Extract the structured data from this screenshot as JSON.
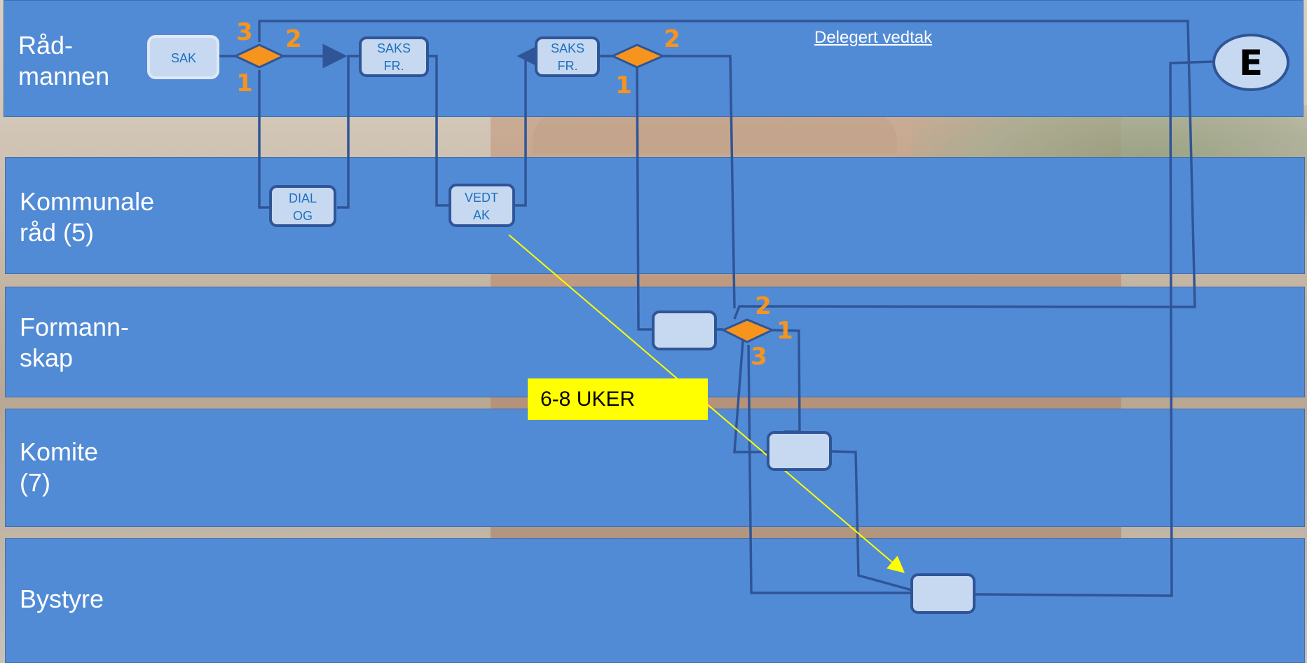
{
  "lanes": [
    {
      "label": "Råd-\nmannen"
    },
    {
      "label": "Kommunale\nråd (5)"
    },
    {
      "label": "Formann-\nskap"
    },
    {
      "label": "Komite\n(7)"
    },
    {
      "label": "Bystyre"
    }
  ],
  "nodes": {
    "sak": "SAK",
    "saksfr1_line1": "SAKS",
    "saksfr1_line2": "FR.",
    "saksfr2_line1": "SAKS",
    "saksfr2_line2": "FR.",
    "dialog_line1": "DIAL",
    "dialog_line2": "OG",
    "vedtak_line1": "VEDT",
    "vedtak_line2": "AK",
    "end": "E"
  },
  "gateway_numbers": {
    "g1": [
      "3",
      "2",
      "1"
    ],
    "g2": [
      "2",
      "1"
    ],
    "g3": [
      "2",
      "1",
      "3"
    ]
  },
  "delegated_link": "Delegert vedtak",
  "duration_note": "6-8 UKER",
  "colors": {
    "lane": "#528bd5",
    "task_fill": "#c6d9f1",
    "task_stroke": "#2f5597",
    "gateway": "#f7941d",
    "annotation": "#ffff00"
  }
}
